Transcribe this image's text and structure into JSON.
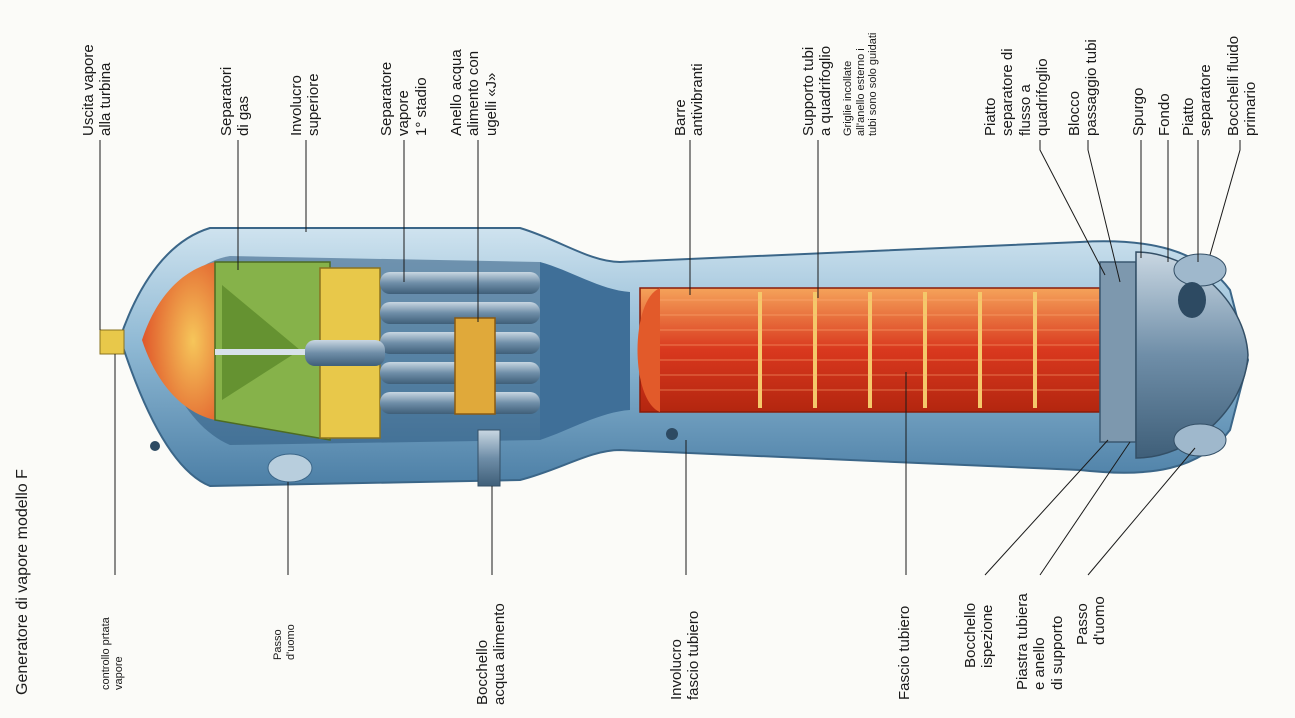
{
  "title": "Generatore di vapore modello F",
  "labels": {
    "uscita_vapore": "Uscita vapore\nalla turbina",
    "separatori_gas": "Separatori\ndi gas",
    "involucro_superiore": "Involucro\nsuperiore",
    "separatore_vapore": "Separatore\nvapore\n1° stadio",
    "anello_acqua": "Anello acqua\nalimento con\nugelli «J»",
    "barre_antivibranti": "Barre\nantivibranti",
    "supporto_tubi": "Supporto tubi\na quadrifoglio",
    "griglie": "Griglie incollate\nall'anello esterno i\ntubi sono solo guidati",
    "piatto_separatore_flusso": "Piatto\nseparatore di\nflusso a\nquadrifoglio",
    "blocco_passaggio": "Blocco\npassaggio tubi",
    "spurgo": "Spurgo",
    "fondo": "Fondo",
    "piatto_separatore": "Piatto\nseparatore",
    "bocchelli_fluido": "Bocchelli fluido\nprimario",
    "controllo_portata": "controllo prtata\nvapore",
    "passo_uomo_sx": "Passo\nd'uomo",
    "bocchello_acqua": "Bocchello\nacqua alimento",
    "involucro_fascio": "Involucro\nfascio tubiero",
    "fascio_tubiero": "Fascio tubiero",
    "bocchello_ispezione": "Bocchello\nispezione",
    "piastra_tubiera": "Piastra tubiera\ne anello\ndi supporto",
    "passo_uomo_dx": "Passo\nd'uomo"
  },
  "colors": {
    "shell": "#8fb9d4",
    "shell_dark": "#4c7fa6",
    "tube_red": "#d9381e",
    "tube_orange": "#f08a3a",
    "green": "#86b24a",
    "yellow": "#e8c84a",
    "steel": "#6f8ea8"
  }
}
